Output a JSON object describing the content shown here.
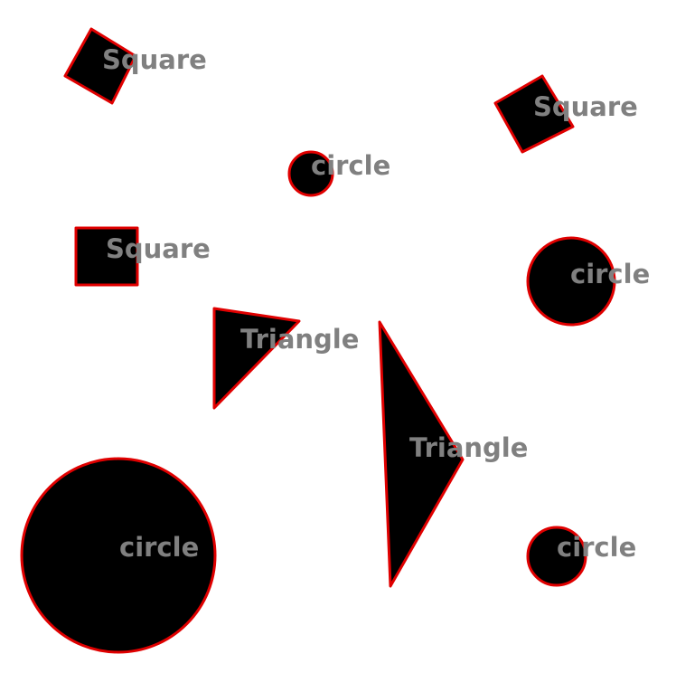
{
  "colors": {
    "background": "#ffffff",
    "shape_fill": "#000000",
    "contour": "#e00000",
    "label": "#808080"
  },
  "shapes": [
    {
      "kind": "square",
      "label": "Square"
    },
    {
      "kind": "square",
      "label": "Square"
    },
    {
      "kind": "circle",
      "label": "circle"
    },
    {
      "kind": "square",
      "label": "Square"
    },
    {
      "kind": "circle",
      "label": "circle"
    },
    {
      "kind": "triangle",
      "label": "Triangle"
    },
    {
      "kind": "triangle",
      "label": "Triangle"
    },
    {
      "kind": "circle",
      "label": "circle"
    },
    {
      "kind": "circle",
      "label": "circle"
    }
  ]
}
